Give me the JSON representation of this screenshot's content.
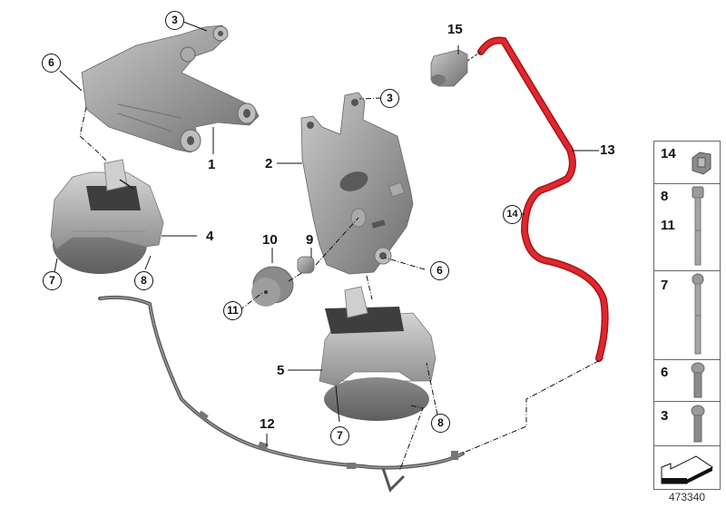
{
  "diagram": {
    "catalog_number": "473340",
    "parts": [
      {
        "id": "1",
        "label": "1",
        "name": "engine support bracket left"
      },
      {
        "id": "2",
        "label": "2",
        "name": "engine support bracket right"
      },
      {
        "id": "4",
        "label": "4",
        "name": "engine mount left"
      },
      {
        "id": "5",
        "label": "5",
        "name": "engine mount right"
      },
      {
        "id": "9",
        "label": "9",
        "name": "spacer bushing"
      },
      {
        "id": "10",
        "label": "10",
        "name": "damper weight"
      },
      {
        "id": "12",
        "label": "12",
        "name": "vacuum line"
      },
      {
        "id": "13",
        "label": "13",
        "name": "vacuum hose red"
      },
      {
        "id": "15",
        "label": "15",
        "name": "electrovalve"
      }
    ],
    "callouts": {
      "c3_top": "3",
      "c6_left": "6",
      "c7_left": "7",
      "c8_left": "8",
      "c3_mid": "3",
      "c6_mid": "6",
      "c11": "11",
      "c7_bottom": "7",
      "c8_bottom": "8",
      "c14": "14"
    },
    "labels": {
      "l1": "1",
      "l2": "2",
      "l4": "4",
      "l5": "5",
      "l9": "9",
      "l10": "10",
      "l12": "12",
      "l13": "13",
      "l15": "15"
    },
    "legend": {
      "rows": [
        {
          "labels": [
            "14"
          ],
          "item": "clip-nut"
        },
        {
          "labels": [
            "8",
            "11"
          ],
          "item": "hex-bolt-long"
        },
        {
          "labels": [
            "7"
          ],
          "item": "flange-bolt-long"
        },
        {
          "labels": [
            "6"
          ],
          "item": "flange-bolt-short"
        },
        {
          "labels": [
            "3"
          ],
          "item": "flange-bolt-short"
        },
        {
          "labels": [],
          "item": "direction-arrow"
        }
      ],
      "r0_l0": "14",
      "r1_l0": "8",
      "r1_l1": "11",
      "r2_l0": "7",
      "r3_l0": "6",
      "r4_l0": "3"
    },
    "colors": {
      "part_gray": "#9a9a9a",
      "part_dark": "#555555",
      "hose_red": "#d11f25",
      "line": "#111111"
    }
  }
}
